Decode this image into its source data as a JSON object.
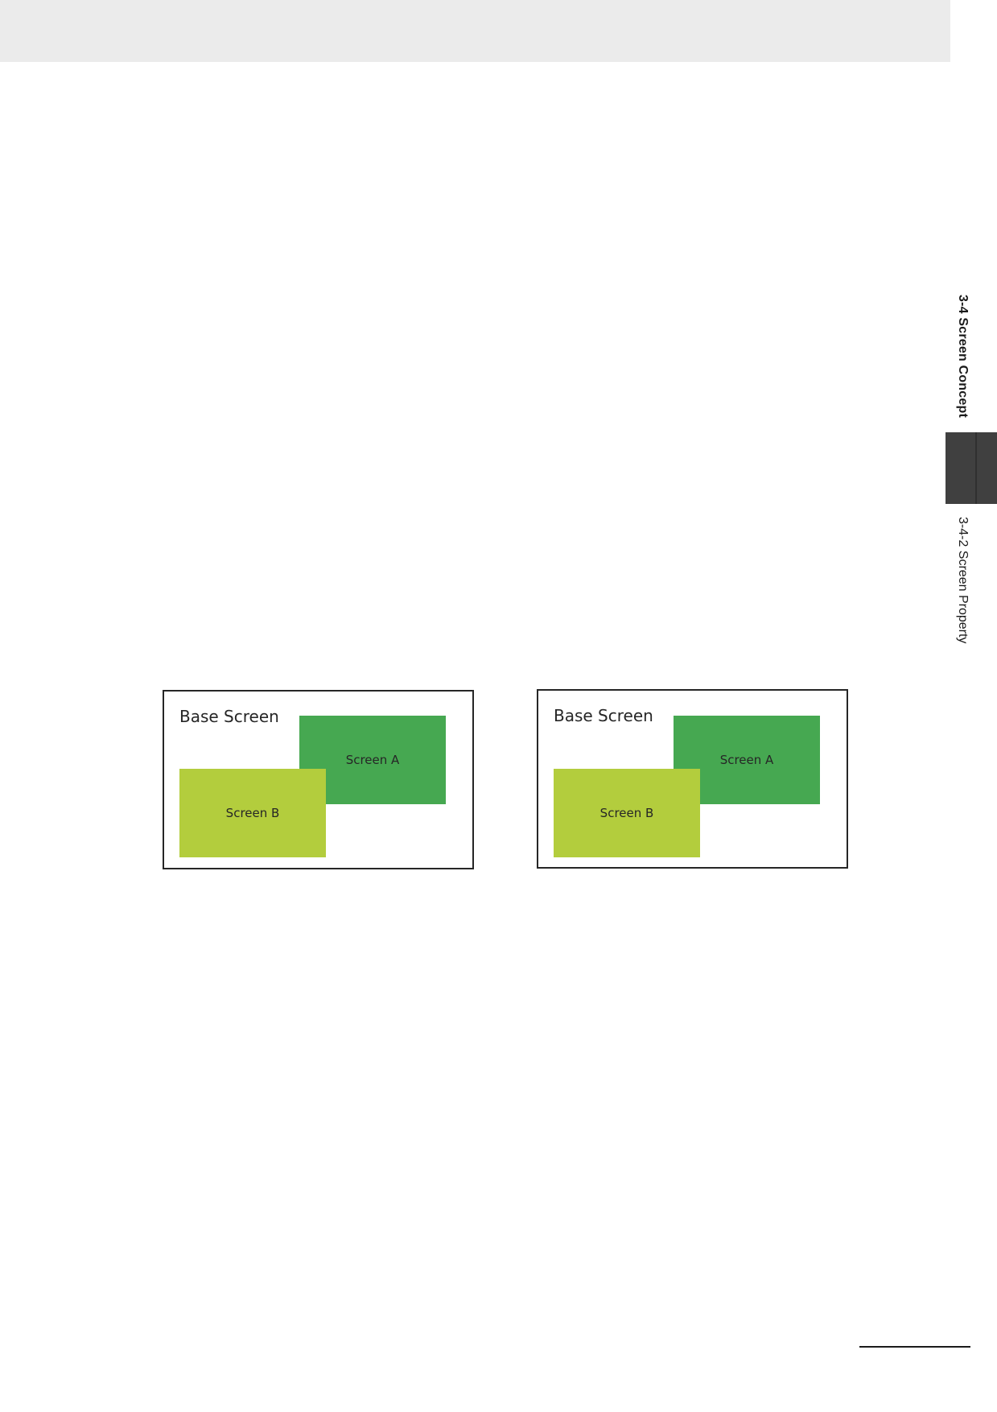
{
  "sidebar": {
    "section_title": "3-4 Screen Concept",
    "subsection_title": "3-4-2  Screen Property"
  },
  "figures": [
    {
      "base_label": "Base Screen",
      "screen_a_label": "Screen A",
      "screen_b_label": "Screen B"
    },
    {
      "base_label": "Base Screen",
      "screen_a_label": "Screen A",
      "screen_b_label": "Screen B"
    }
  ],
  "colors": {
    "screen_a": "#46a851",
    "screen_b": "#b3cd3d",
    "header_band": "#ebebeb",
    "side_tab": "#404040"
  }
}
